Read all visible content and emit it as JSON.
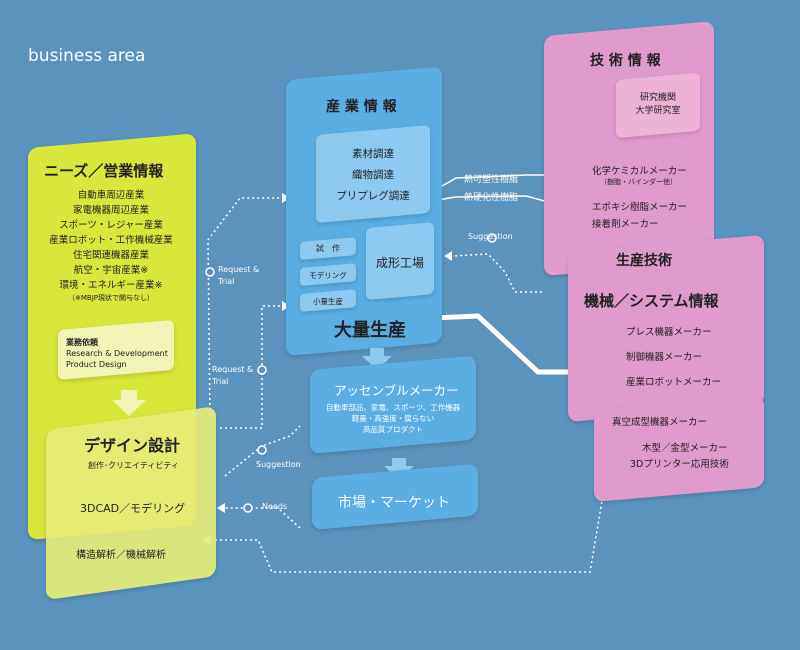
{
  "header": {
    "title": "business area"
  },
  "needs": {
    "title": "ニーズ／営業情報",
    "items": [
      "自動車周辺産業",
      "家電機器周辺産業",
      "スポーツ・レジャー産業",
      "産業ロボット・工作機械産業",
      "住宅関連機器産業",
      "航空・宇宙産業※",
      "環境・エネルギー産業※"
    ],
    "note": "（※MBJP現状で関与なし）",
    "request_title": "業務依頼",
    "request_lines": [
      "Research & Development",
      "Product Design"
    ]
  },
  "design": {
    "title": "デザイン設計",
    "subtitle": "創作･クリエイティビティ",
    "cad": "3DCAD／モデリング",
    "analysis": "構造解析／機械解析"
  },
  "industry": {
    "title": "産 業 情 報",
    "materials": [
      "素材調達",
      "織物調達",
      "プリプレグ調達"
    ],
    "small_boxes": [
      "試　作",
      "モデリング",
      "小量生産"
    ],
    "factory": "成形工場",
    "mass": "大量生産"
  },
  "assembly": {
    "title": "アッセンブルメーカー",
    "lines": [
      "自動車部品、家電、スポーツ、工作機器",
      "軽量・高強度・腐らない",
      "高品質プロダクト"
    ]
  },
  "market": {
    "title": "市場・マーケット"
  },
  "tech": {
    "title": "技 術 情 報",
    "lab_lines": [
      "研究機関",
      "大学研究室"
    ],
    "chem": "化学ケミカルメーカー",
    "chem_sub": "（樹脂・バインダー他）",
    "epoxy": "エポキシ樹脂メーカー",
    "adhesive": "接着剤メーカー"
  },
  "production": {
    "title": "生産技術",
    "heading": "機械／システム情報",
    "items": [
      "プレス機器メーカー",
      "制御機器メーカー",
      "産業ロボットメーカー"
    ],
    "vacuum": "真空成型機器メーカー",
    "mold": "木型／金型メーカー",
    "printer": "3Dプリンター応用技術"
  },
  "resins": {
    "thermoplastic": "熱可塑性樹脂",
    "thermoset": "熱硬化性樹脂"
  },
  "flows": {
    "request_trial_1": "Request &\nTrial",
    "request_trial_2": "Request &\nTrial",
    "suggestion_1": "Suggestion",
    "suggestion_2": "Suggestion",
    "needs": "Needs"
  },
  "colors": {
    "background": "#5a93bd",
    "yellow": "#d9e63a",
    "blue": "#5aaee4",
    "pink": "#df9bcb"
  }
}
